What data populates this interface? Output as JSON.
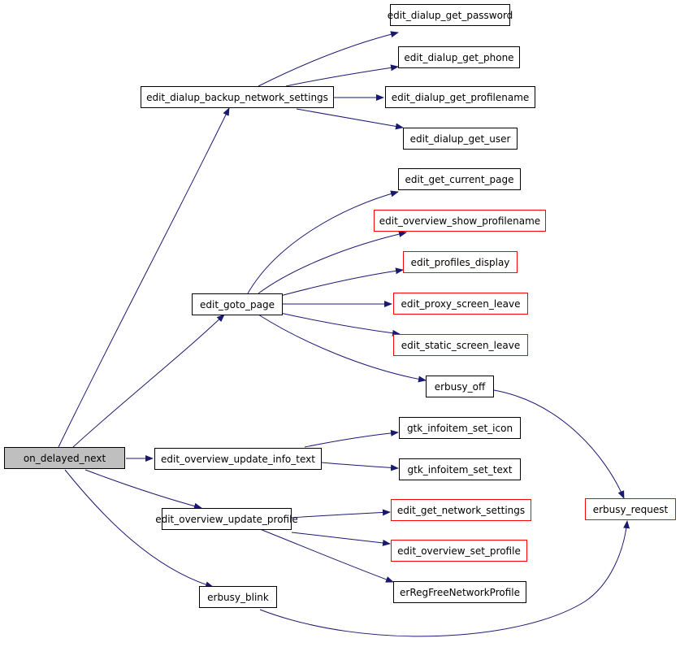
{
  "colors": {
    "edge": "#191970",
    "node_border": "#000000",
    "node_border_truncated": "#ff0000",
    "root_fill": "#bfbfbf"
  },
  "nodes": {
    "on_delayed_next": "on_delayed_next",
    "edit_dialup_backup_network_settings": "edit_dialup_backup_network_settings",
    "edit_dialup_get_password": "edit_dialup_get_password",
    "edit_dialup_get_phone": "edit_dialup_get_phone",
    "edit_dialup_get_profilename": "edit_dialup_get_profilename",
    "edit_dialup_get_user": "edit_dialup_get_user",
    "edit_get_current_page": "edit_get_current_page",
    "edit_overview_show_profilename": "edit_overview_show_profilename",
    "edit_profiles_display": "edit_profiles_display",
    "edit_goto_page": "edit_goto_page",
    "edit_proxy_screen_leave": "edit_proxy_screen_leave",
    "edit_static_screen_leave": "edit_static_screen_leave",
    "erbusy_off": "erbusy_off",
    "gtk_infoitem_set_icon": "gtk_infoitem_set_icon",
    "edit_overview_update_info_text": "edit_overview_update_info_text",
    "gtk_infoitem_set_text": "gtk_infoitem_set_text",
    "erbusy_request": "erbusy_request",
    "edit_get_network_settings": "edit_get_network_settings",
    "edit_overview_update_profile": "edit_overview_update_profile",
    "edit_overview_set_profile": "edit_overview_set_profile",
    "erRegFreeNetworkProfile": "erRegFreeNetworkProfile",
    "erbusy_blink": "erbusy_blink"
  }
}
